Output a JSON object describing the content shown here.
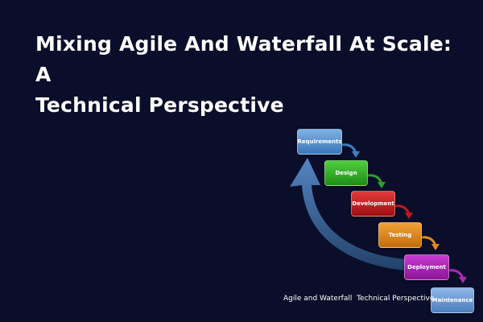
{
  "title": {
    "line1": "Mixing Agile And Waterfall At Scale: A",
    "line2": "Technical Perspective"
  },
  "caption": "Agile and Waterfall  Technical Perspective",
  "stages": [
    {
      "label": "Requirements",
      "color": "#5a93d0"
    },
    {
      "label": "Design",
      "color": "#2fae27"
    },
    {
      "label": "Development",
      "color": "#c2191c"
    },
    {
      "label": "Testing",
      "color": "#e08a1f"
    },
    {
      "label": "Deployment",
      "color": "#a92bb5"
    },
    {
      "label": "Maintenance",
      "color": "#6d9ad6"
    }
  ],
  "colors": {
    "background": "#0b0e2a",
    "feedback_arrow": "#3f6fa8"
  }
}
